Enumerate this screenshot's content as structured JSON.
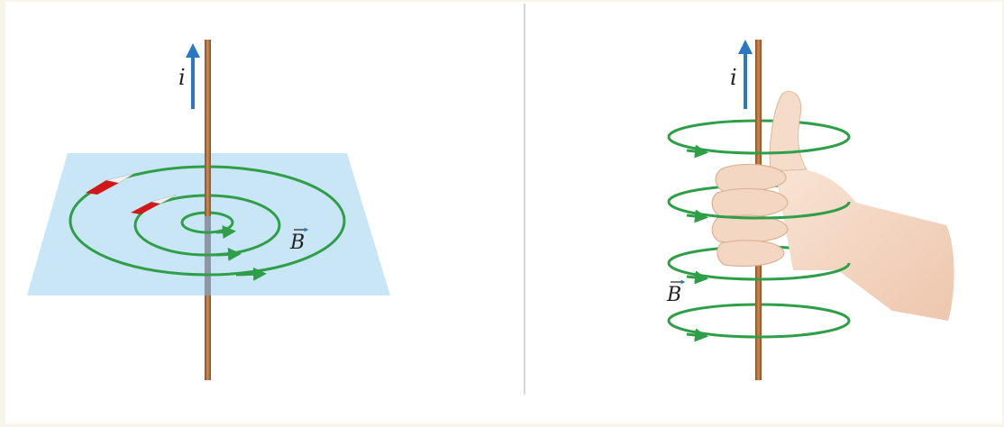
{
  "left_panel": {
    "current_label": "i",
    "field_label": "B",
    "colors": {
      "plane": "#c8e6f6",
      "field_line": "#2f9e48",
      "wire": "#b06a3a",
      "arrow": "#2a78c2",
      "needle_north": "#d01818"
    }
  },
  "right_panel": {
    "current_label": "i",
    "field_label": "B",
    "colors": {
      "skin": "#f3d7c2",
      "skin_shadow": "#e3b89d",
      "field_line": "#2f9e48",
      "wire": "#b06a3a",
      "arrow": "#2a78c2"
    }
  }
}
